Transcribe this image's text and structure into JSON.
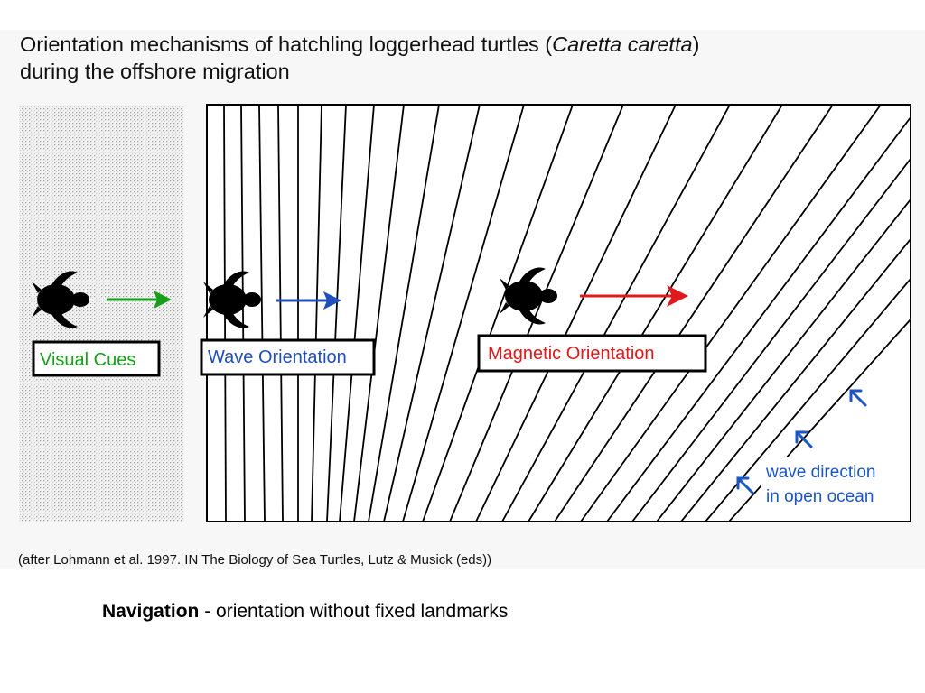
{
  "title": {
    "part1": "Orientation mechanisms of hatchling loggerhead turtles (",
    "species": "Caretta caretta",
    "part2": ")",
    "line2": "during the offshore migration"
  },
  "zones": [
    {
      "label": "Visual Cues",
      "color": "#16a01a"
    },
    {
      "label": "Wave Orientation",
      "color": "#1f4fbf"
    },
    {
      "label": "Magnetic Orientation",
      "color": "#e0191a"
    }
  ],
  "wave_note": {
    "line1": "wave direction",
    "line2": "in open ocean",
    "color": "#1a56c4"
  },
  "caption": "(after Lohmann et al.  1997. IN The Biology of Sea Turtles, Lutz & Musick (eds))",
  "subtitle": {
    "bold": "Navigation",
    "rest": " - orientation without fixed landmarks"
  },
  "icons": {
    "turtle": "turtle-silhouette-icon",
    "arrow": "direction-arrow-icon"
  }
}
